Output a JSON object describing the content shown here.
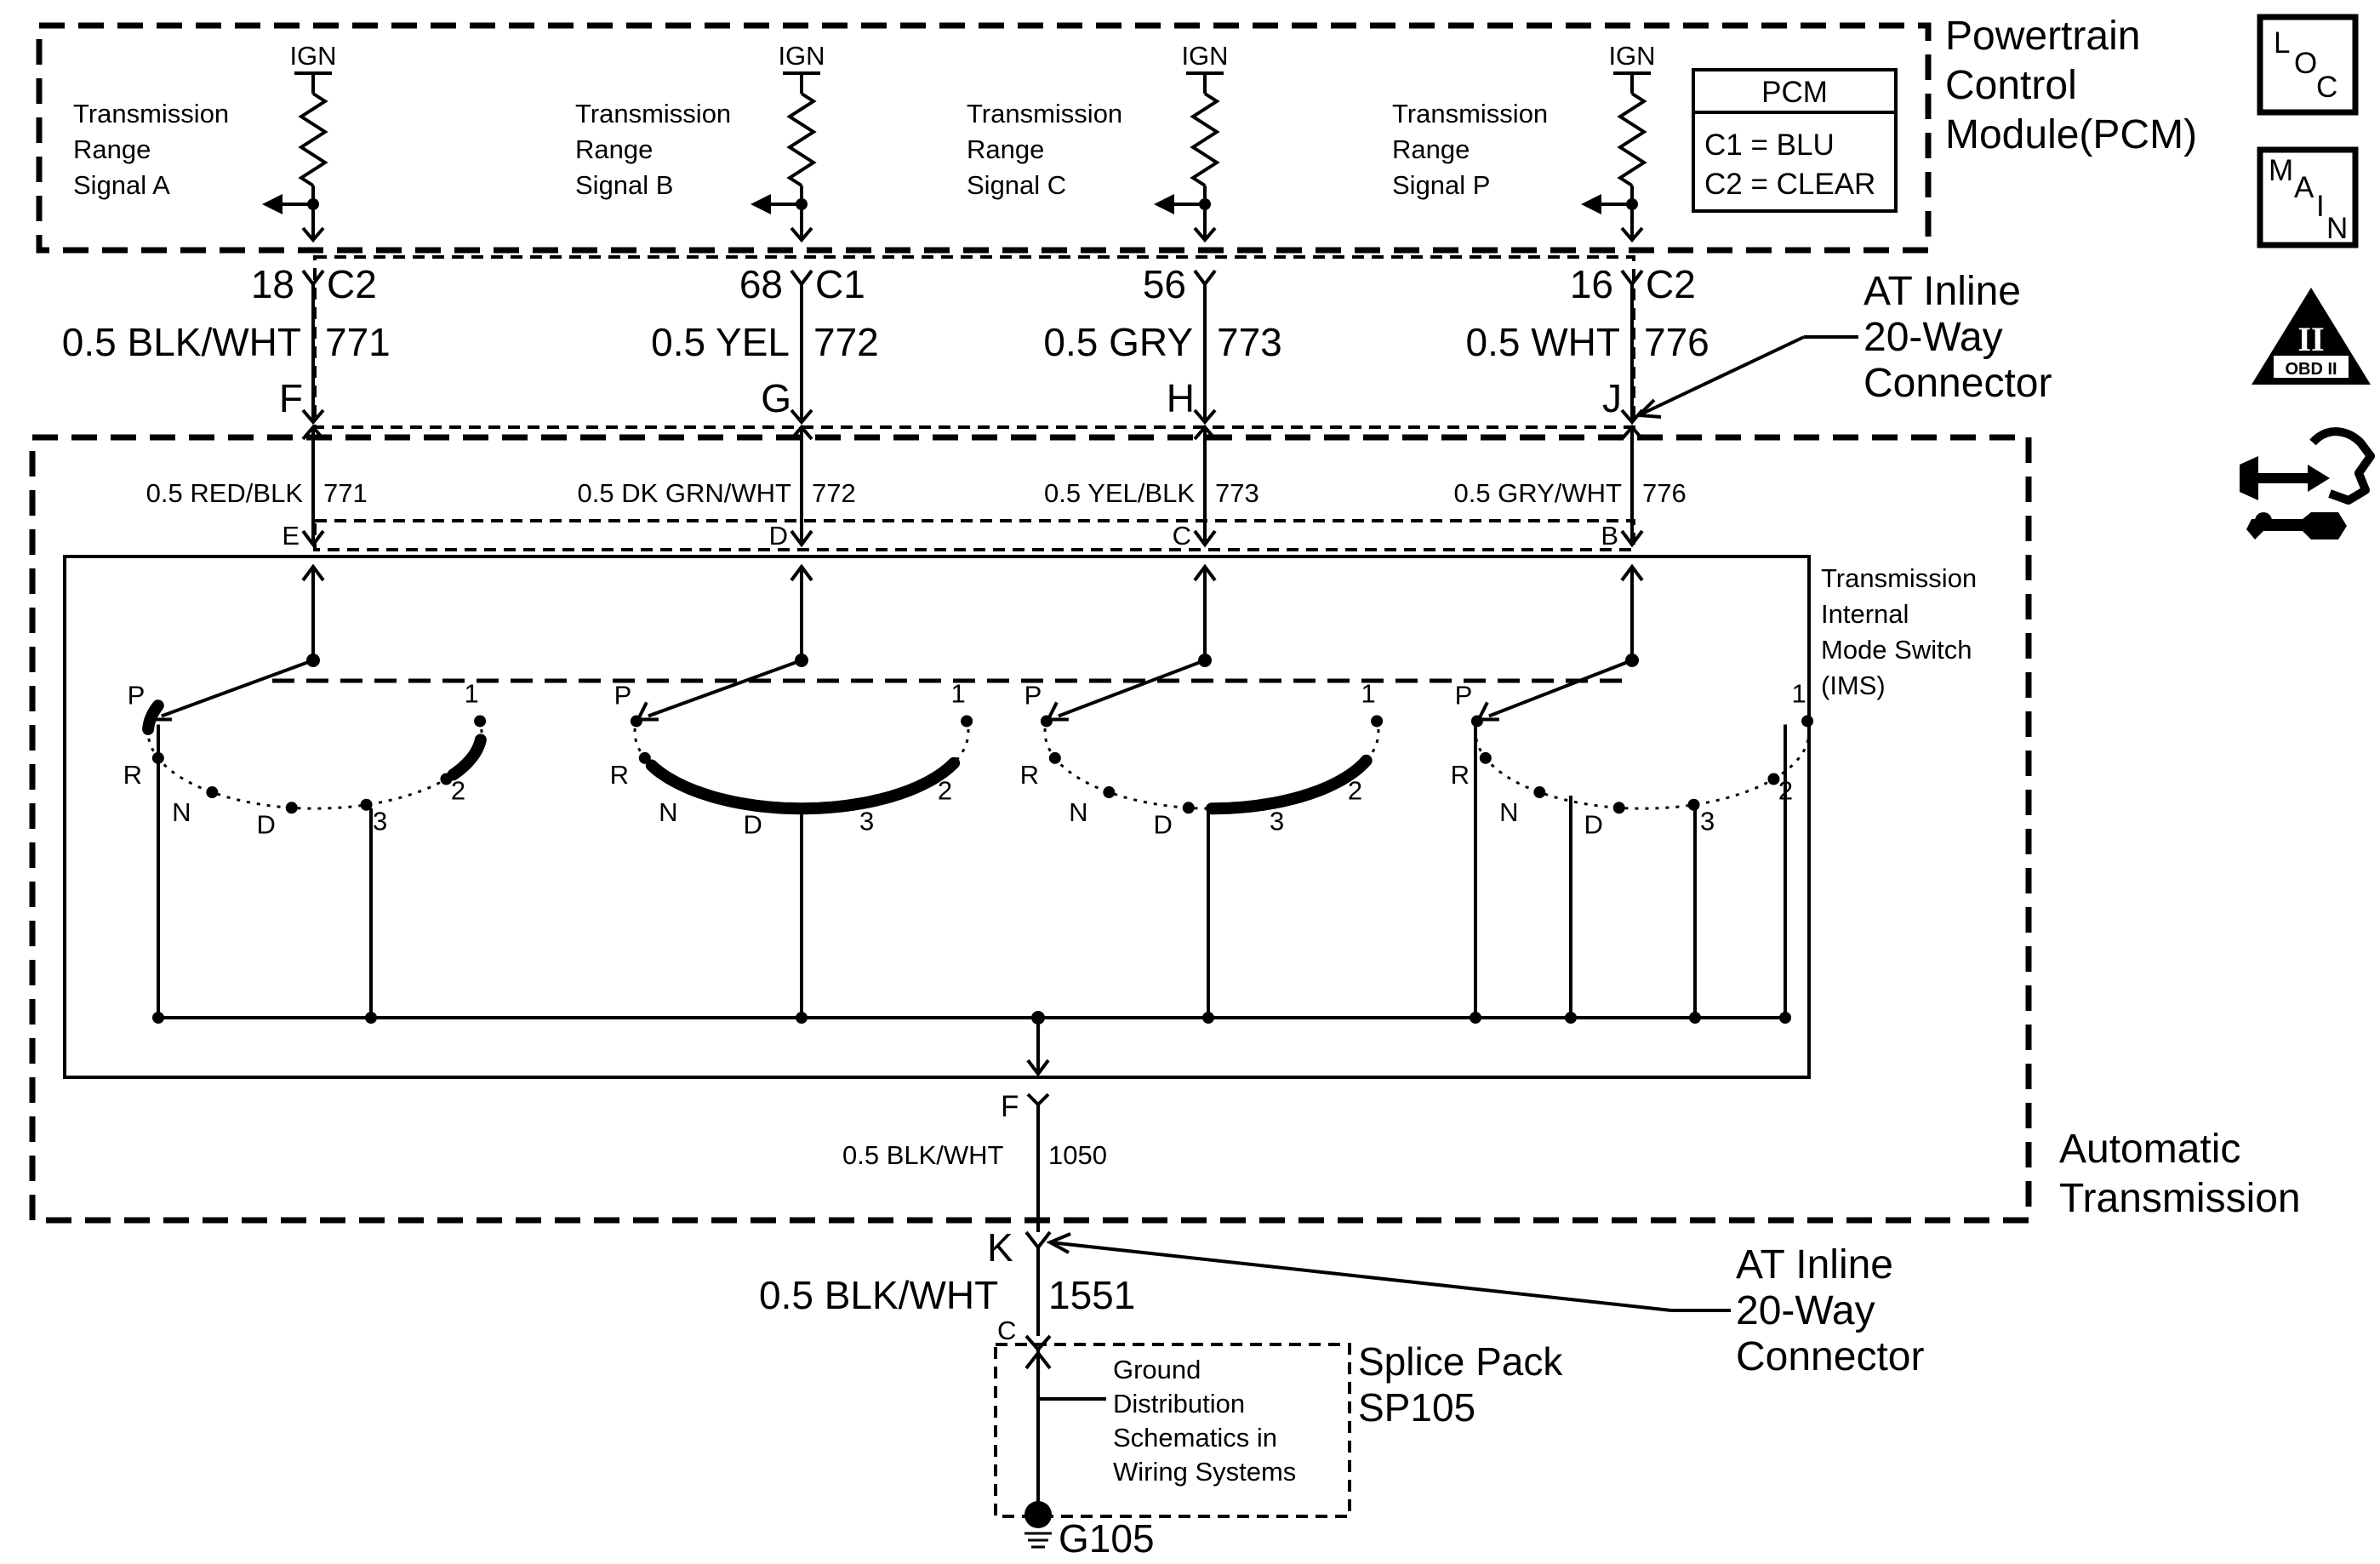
{
  "pcm": {
    "title_lines": [
      "Powertrain",
      "Control",
      "Module(PCM)"
    ],
    "ign_label": "IGN",
    "legend_title": "PCM",
    "legend_c1": "C1 = BLU",
    "legend_c2": "C2 = CLEAR"
  },
  "signals": [
    {
      "lines": [
        "Transmission",
        "Range",
        "Signal A"
      ],
      "pin_num": "18",
      "pin_conn": "C2",
      "pcm_wire_color": "0.5 BLK/WHT",
      "pcm_wire_circuit": "771",
      "inline_letter": "F",
      "trans_wire_color": "0.5 RED/BLK",
      "trans_wire_circuit": "771",
      "trans_letter": "E"
    },
    {
      "lines": [
        "Transmission",
        "Range",
        "Signal B"
      ],
      "pin_num": "68",
      "pin_conn": "C1",
      "pcm_wire_color": "0.5 YEL",
      "pcm_wire_circuit": "772",
      "inline_letter": "G",
      "trans_wire_color": "0.5 DK GRN/WHT",
      "trans_wire_circuit": "772",
      "trans_letter": "D"
    },
    {
      "lines": [
        "Transmission",
        "Range",
        "Signal C"
      ],
      "pin_num": "56",
      "pin_conn": "",
      "pcm_wire_color": "0.5 GRY",
      "pcm_wire_circuit": "773",
      "inline_letter": "H",
      "trans_wire_color": "0.5 YEL/BLK",
      "trans_wire_circuit": "773",
      "trans_letter": "C"
    },
    {
      "lines": [
        "Transmission",
        "Range",
        "Signal P"
      ],
      "pin_num": "16",
      "pin_conn": "C2",
      "pcm_wire_color": "0.5 WHT",
      "pcm_wire_circuit": "776",
      "inline_letter": "J",
      "trans_wire_color": "0.5 GRY/WHT",
      "trans_wire_circuit": "776",
      "trans_letter": "B"
    }
  ],
  "connector_top": [
    "AT Inline",
    "20-Way",
    "Connector"
  ],
  "ims": [
    "Transmission",
    "Internal",
    "Mode Switch",
    "(IMS)"
  ],
  "gear_labels": {
    "p": "P",
    "r": "R",
    "n": "N",
    "d": "D",
    "three": "3",
    "two": "2",
    "one": "1"
  },
  "automatic_transmission": [
    "Automatic",
    "Transmission"
  ],
  "ground_circuit": {
    "trans_letter": "F",
    "trans_wire_color": "0.5 BLK/WHT",
    "trans_wire_circuit": "1050",
    "inline_letter": "K",
    "wire_color": "0.5 BLK/WHT",
    "wire_circuit": "1551",
    "splice_letter": "C",
    "ground": "G105"
  },
  "connector_bottom": [
    "AT Inline",
    "20-Way",
    "Connector"
  ],
  "splice_pack": [
    "Splice Pack",
    "SP105"
  ],
  "ground_note": [
    "Ground",
    "Distribution",
    "Schematics in",
    "Wiring Systems"
  ],
  "side_icons": {
    "loc": {
      "l": "L",
      "o": "O",
      "c": "C"
    },
    "main": {
      "m": "M",
      "a": "A",
      "i": "I",
      "n": "N"
    },
    "obd": {
      "roman": "II",
      "label": "OBD II"
    }
  }
}
